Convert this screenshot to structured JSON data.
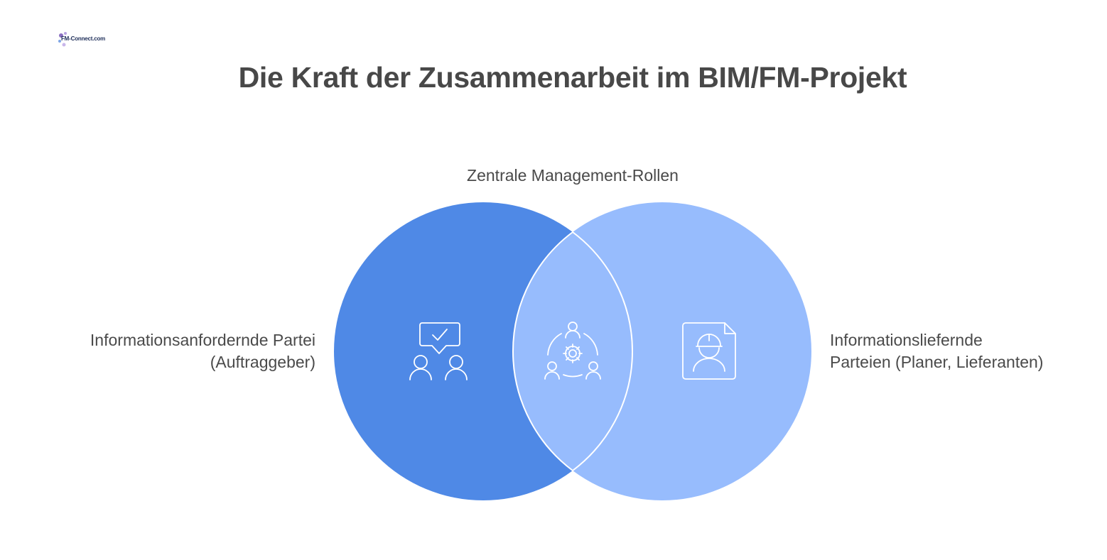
{
  "logo": {
    "text": "FM-Connect.com"
  },
  "title": "Die Kraft der Zusammenarbeit im BIM/FM-Projekt",
  "labels": {
    "center": "Zentrale Management-Rollen",
    "left_line1": "Informationsanfordernde Partei",
    "left_line2": "(Auftraggeber)",
    "right_line1": "Informationsliefernde",
    "right_line2": "Parteien (Planer, Lieferanten)"
  },
  "circles": [
    {
      "name": "left-set",
      "color": "#4f89e6",
      "icon": "chat-check-people-icon"
    },
    {
      "name": "right-set",
      "color": "#97bcfd",
      "icon": "engineer-document-icon"
    }
  ],
  "intersection": {
    "color": "#97bcfd",
    "icon": "team-gear-icon"
  }
}
